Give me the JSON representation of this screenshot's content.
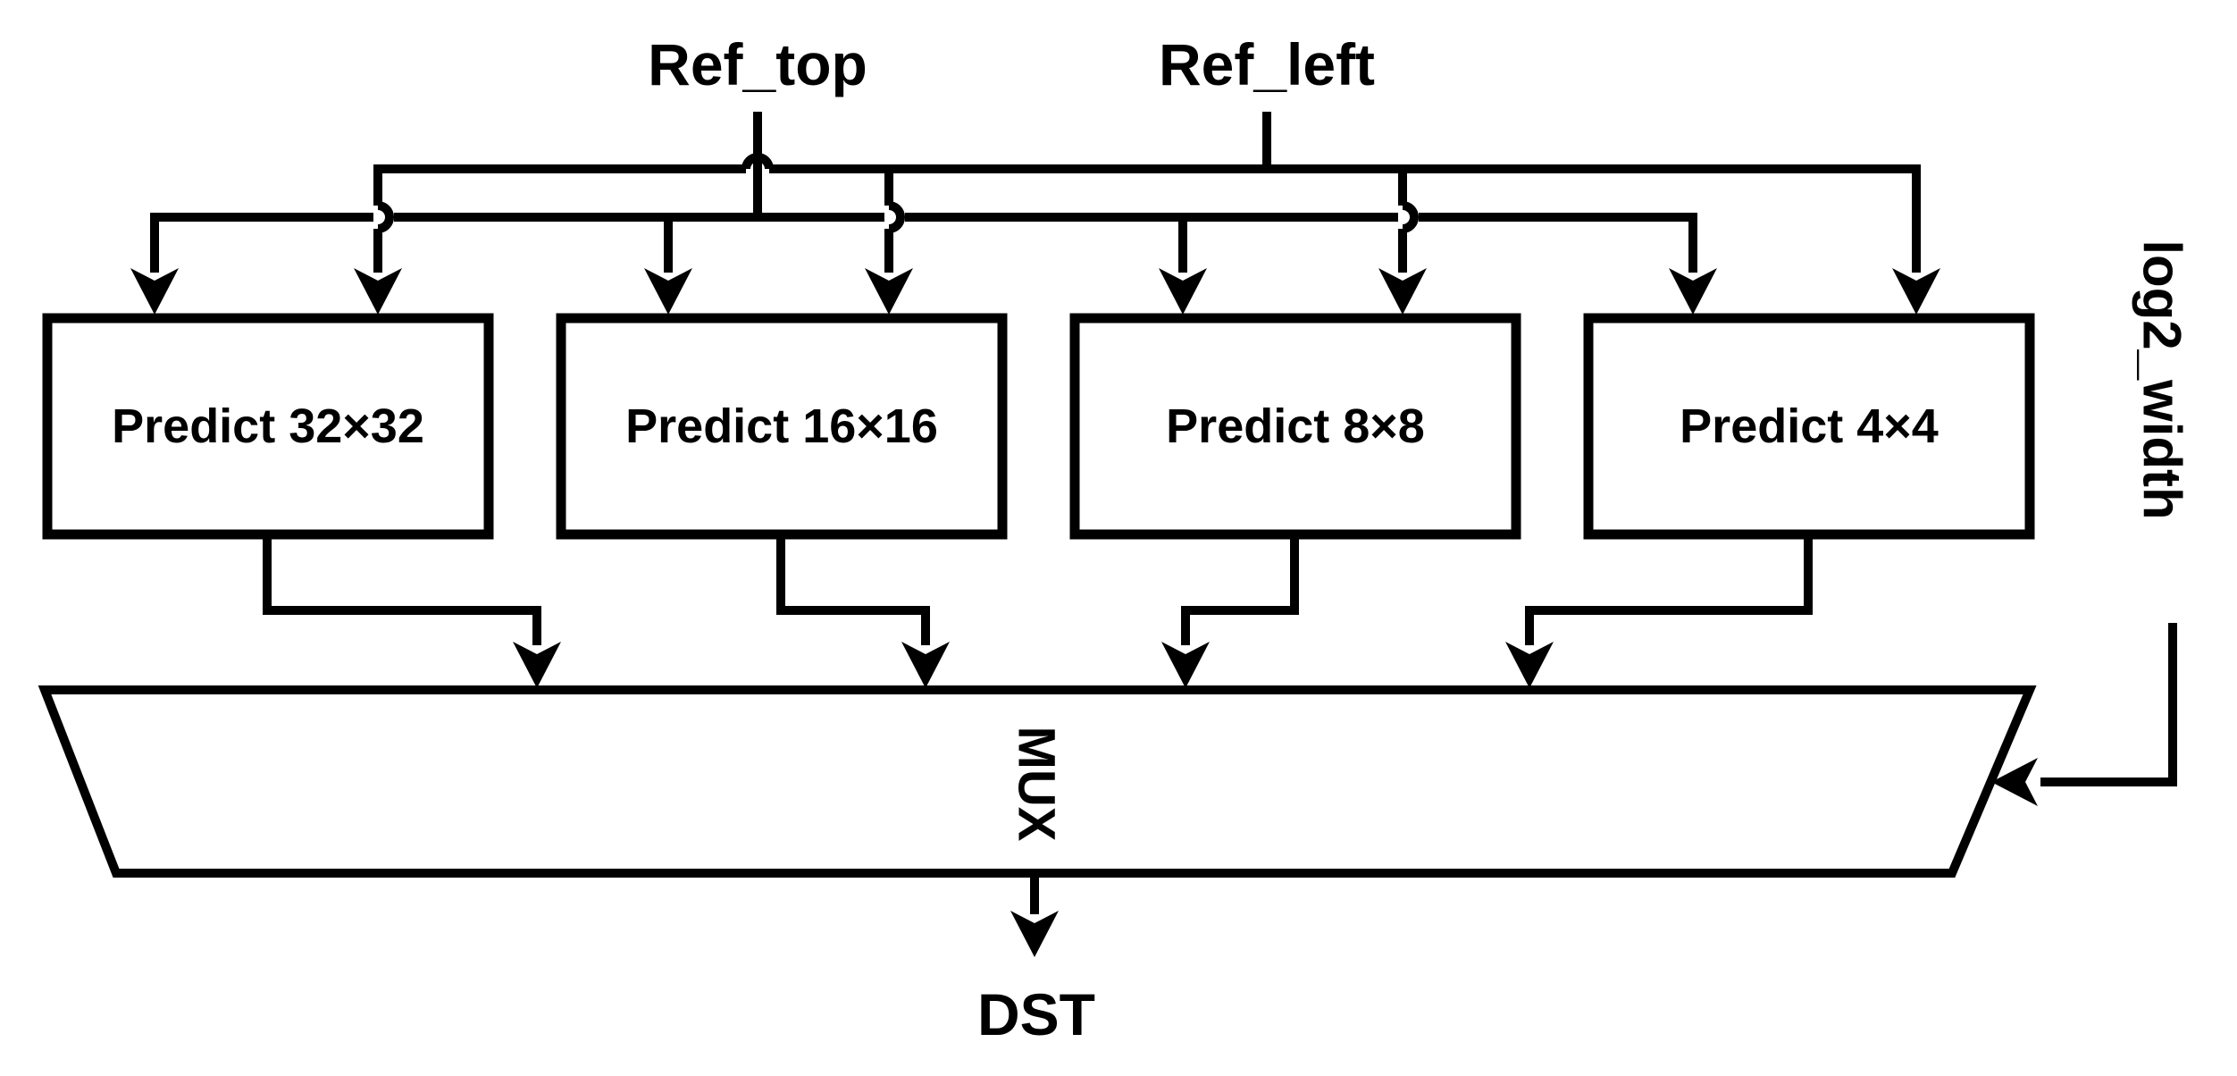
{
  "diagram": {
    "inputs": {
      "ref_top_label": "Ref_top",
      "ref_left_label": "Ref_left"
    },
    "blocks": [
      {
        "label": "Predict 32×32"
      },
      {
        "label": "Predict 16×16"
      },
      {
        "label": "Predict 8×8"
      },
      {
        "label": "Predict 4×4"
      }
    ],
    "mux_label": "MUX",
    "select_label": "log2_width",
    "output_label": "DST",
    "colors": {
      "line": "#000000",
      "background": "#ffffff"
    }
  }
}
